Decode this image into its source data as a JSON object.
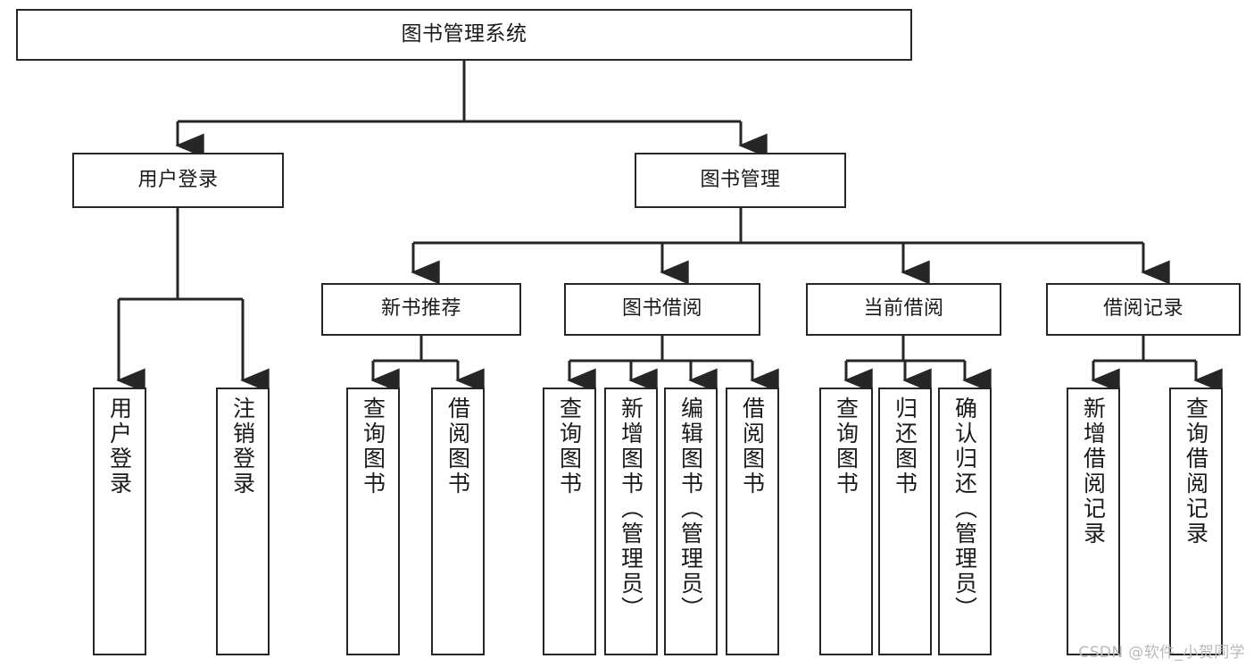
{
  "diagram": {
    "title": "图书管理系统",
    "type": "hierarchy-tree",
    "root": {
      "label": "图书管理系统"
    },
    "level2": [
      {
        "label": "用户登录"
      },
      {
        "label": "图书管理"
      }
    ],
    "level3": [
      {
        "label": "新书推荐"
      },
      {
        "label": "图书借阅"
      },
      {
        "label": "当前借阅"
      },
      {
        "label": "借阅记录"
      }
    ],
    "leaves": {
      "user_login": [
        {
          "label": "用户登录"
        },
        {
          "label": "注销登录"
        }
      ],
      "new_book_recommend": [
        {
          "label": "查询图书"
        },
        {
          "label": "借阅图书"
        }
      ],
      "book_borrow": [
        {
          "label": "查询图书"
        },
        {
          "label": "新增图书（管理员）"
        },
        {
          "label": "编辑图书（管理员）"
        },
        {
          "label": "借阅图书"
        }
      ],
      "current_borrow": [
        {
          "label": "查询图书"
        },
        {
          "label": "归还图书"
        },
        {
          "label": "确认归还（管理员）"
        }
      ],
      "borrow_record": [
        {
          "label": "新增借阅记录"
        },
        {
          "label": "查询借阅记录"
        }
      ]
    },
    "colors": {
      "stroke": "#262626",
      "fill": "#ffffff",
      "text": "#1a1a1a",
      "watermark": "#b9b9b9"
    }
  },
  "watermark": {
    "text": "CSDN @软件_小贺同学"
  }
}
